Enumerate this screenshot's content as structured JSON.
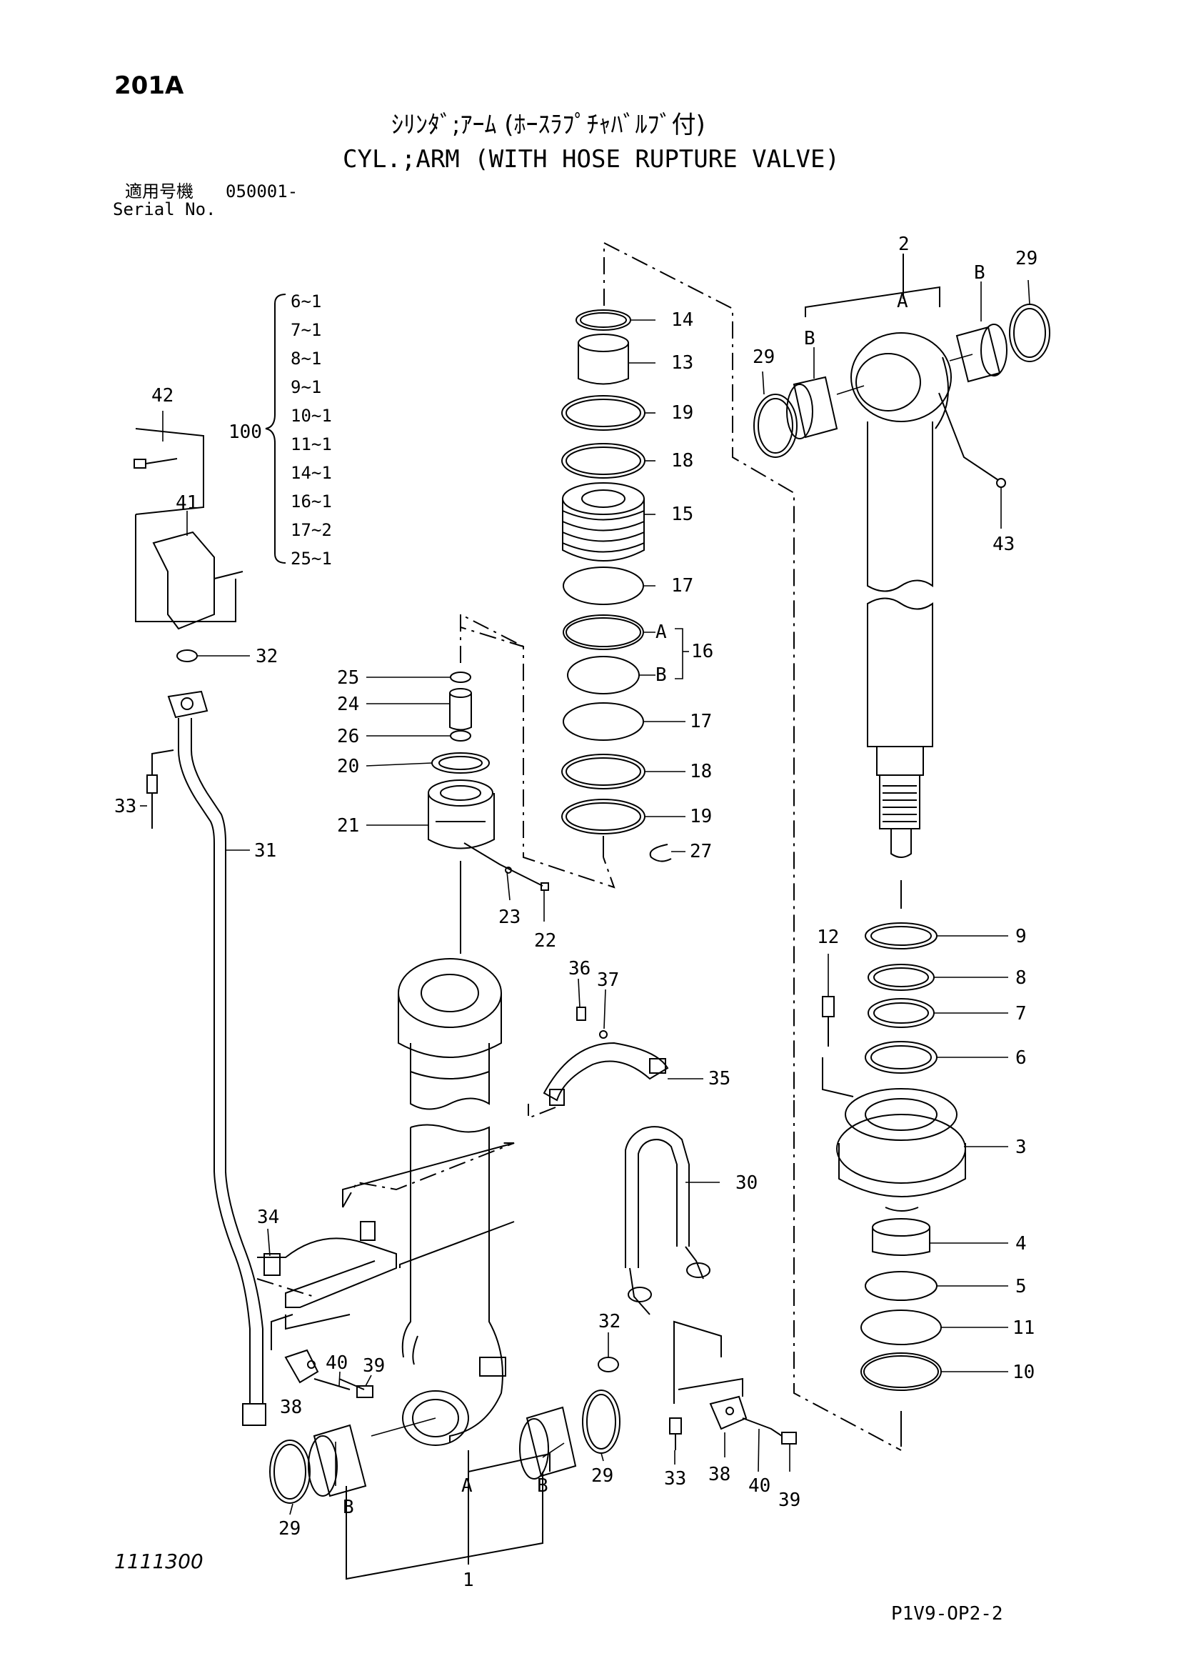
{
  "header": {
    "page_code": "201A",
    "title_jp": "ｼﾘﾝﾀﾞ;ｱｰﾑ (ﾎｰｽﾗﾌﾟﾁｬﾊﾞﾙﾌﾞ付)",
    "title_en": "CYL.;ARM (WITH HOSE RUPTURE VALVE)",
    "serial_label_jp": "適用号機",
    "serial_value": "050001-",
    "serial_label_en": "Serial No."
  },
  "kit": {
    "label": "100",
    "items": [
      "6~1",
      "7~1",
      "8~1",
      "9~1",
      "10~1",
      "11~1",
      "14~1",
      "16~1",
      "17~2",
      "25~1"
    ]
  },
  "labels": {
    "p1": "1",
    "p2": "2",
    "p3": "3",
    "p4": "4",
    "p5": "5",
    "p6": "6",
    "p7": "7",
    "p8": "8",
    "p9": "9",
    "p10": "10",
    "p11": "11",
    "p12": "12",
    "p13": "13",
    "p14": "14",
    "p15": "15",
    "p16": "16",
    "p17a": "17",
    "p17b": "17",
    "p18a": "18",
    "p18b": "18",
    "p19a": "19",
    "p19b": "19",
    "p20": "20",
    "p21": "21",
    "p22": "22",
    "p23": "23",
    "p24": "24",
    "p25": "25",
    "p26": "26",
    "p27": "27",
    "p29a": "29",
    "p29b": "29",
    "p29c": "29",
    "p29d": "29",
    "p30": "30",
    "p31": "31",
    "p32a": "32",
    "p32b": "32",
    "p33a": "33",
    "p33b": "33",
    "p34": "34",
    "p35": "35",
    "p36": "36",
    "p37": "37",
    "p38a": "38",
    "p38b": "38",
    "p39a": "39",
    "p39b": "39",
    "p40a": "40",
    "p40b": "40",
    "p41": "41",
    "p42": "42",
    "p43": "43",
    "sub_a": "A",
    "sub_b": "B",
    "rod_a": "A",
    "rod_b1": "B",
    "rod_b2": "B",
    "tube_a": "A",
    "tube_b1": "B",
    "tube_b2": "B"
  },
  "footer": {
    "drawing_no": "1111300",
    "sheet_ref": "P1V9-OP2-2"
  }
}
